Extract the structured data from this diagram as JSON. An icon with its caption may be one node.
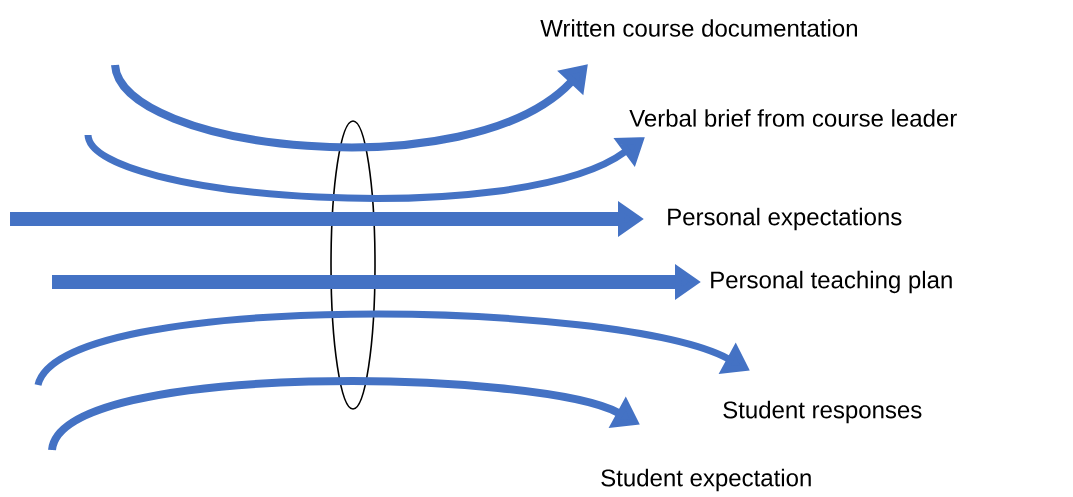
{
  "diagram": {
    "nodes": [
      {
        "text": [
          "Written course documentation"
        ]
      },
      {
        "text": [
          "Verbal brief from course leader"
        ]
      },
      {
        "text": [
          "Personal expectations"
        ]
      },
      {
        "text": [
          "Personal teaching plan"
        ]
      },
      {
        "text": [
          "Student responses"
        ]
      },
      {
        "text": [
          "Student expectation"
        ]
      },
      {
        "text": [],
        "shape": "ellipse"
      }
    ],
    "edges": [
      {
        "from": null,
        "to": 0,
        "arrow": "to"
      },
      {
        "from": null,
        "to": 1,
        "arrow": "to"
      },
      {
        "from": null,
        "to": 2,
        "arrow": "to"
      },
      {
        "from": null,
        "to": 3,
        "arrow": "to"
      },
      {
        "from": null,
        "to": 4,
        "arrow": "to"
      },
      {
        "from": null,
        "to": 5,
        "arrow": "to"
      }
    ]
  }
}
